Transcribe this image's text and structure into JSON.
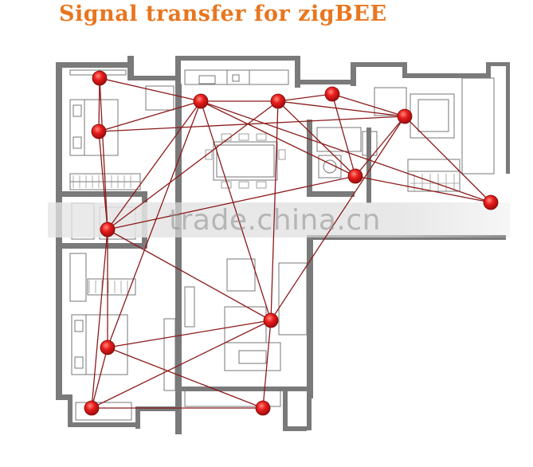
{
  "title": "Signal transfer for zigBEE",
  "watermark": "trade.china.cn",
  "colors": {
    "title": "#e8761f",
    "wall": "#6f6f6f",
    "link": "#8b1a1a",
    "node": "#e11b1b",
    "band": "#c9c9c9"
  },
  "icons": [
    "signal-node",
    "floor-plan"
  ]
}
